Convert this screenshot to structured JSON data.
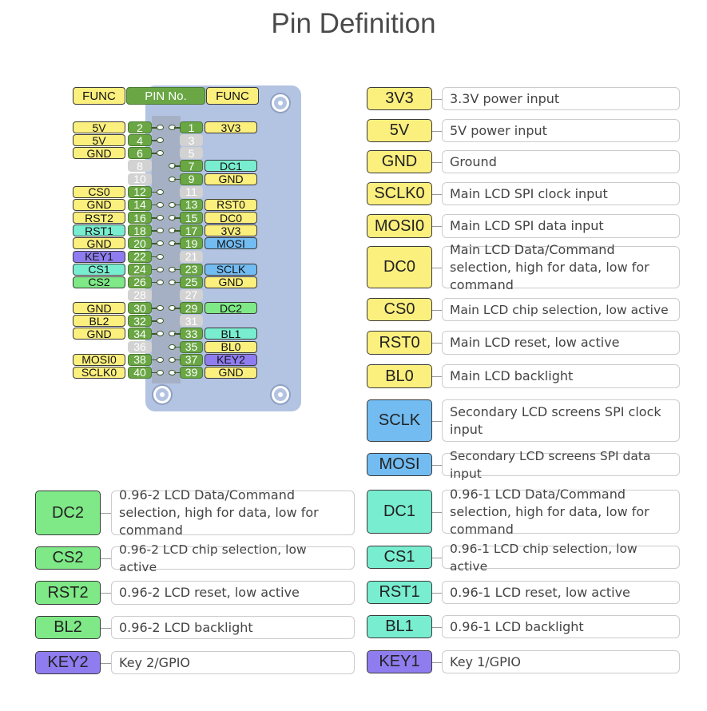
{
  "title": "Pin Definition",
  "colors": {
    "yellow": "#fbef7e",
    "green": "#6aa744",
    "teal": "#78edd0",
    "blue": "#72bcf2",
    "purple": "#8f7df0",
    "lime": "#7ee986"
  },
  "header": {
    "func_left": "FUNC",
    "pin_no": "PIN No.",
    "func_right": "FUNC"
  },
  "pin_rows": [
    {
      "left": {
        "func": "5V",
        "color": "yellow",
        "pin": "2",
        "used": true
      },
      "right": {
        "func": "3V3",
        "color": "yellow",
        "pin": "1",
        "used": true
      }
    },
    {
      "left": {
        "func": "5V",
        "color": "yellow",
        "pin": "4",
        "used": true
      },
      "right": {
        "func": null,
        "pin": "3",
        "used": false
      }
    },
    {
      "left": {
        "func": "GND",
        "color": "yellow",
        "pin": "6",
        "used": true
      },
      "right": {
        "func": null,
        "pin": "5",
        "used": false
      }
    },
    {
      "left": {
        "func": null,
        "pin": "8",
        "used": false
      },
      "right": {
        "func": "DC1",
        "color": "teal",
        "pin": "7",
        "used": true
      }
    },
    {
      "left": {
        "func": null,
        "pin": "10",
        "used": false
      },
      "right": {
        "func": "GND",
        "color": "yellow",
        "pin": "9",
        "used": true
      }
    },
    {
      "left": {
        "func": "CS0",
        "color": "yellow",
        "pin": "12",
        "used": true
      },
      "right": {
        "func": null,
        "pin": "11",
        "used": false
      }
    },
    {
      "left": {
        "func": "GND",
        "color": "yellow",
        "pin": "14",
        "used": true
      },
      "right": {
        "func": "RST0",
        "color": "yellow",
        "pin": "13",
        "used": true
      }
    },
    {
      "left": {
        "func": "RST2",
        "color": "yellow",
        "pin": "16",
        "used": true
      },
      "right": {
        "func": "DC0",
        "color": "yellow",
        "pin": "15",
        "used": true
      }
    },
    {
      "left": {
        "func": "RST1",
        "color": "teal",
        "pin": "18",
        "used": true
      },
      "right": {
        "func": "3V3",
        "color": "yellow",
        "pin": "17",
        "used": true
      }
    },
    {
      "left": {
        "func": "GND",
        "color": "yellow",
        "pin": "20",
        "used": true
      },
      "right": {
        "func": "MOSI",
        "color": "blue",
        "pin": "19",
        "used": true
      }
    },
    {
      "left": {
        "func": "KEY1",
        "color": "purple",
        "pin": "22",
        "used": true
      },
      "right": {
        "func": null,
        "pin": "21",
        "used": false
      }
    },
    {
      "left": {
        "func": "CS1",
        "color": "teal",
        "pin": "24",
        "used": true
      },
      "right": {
        "func": "SCLK",
        "color": "blue",
        "pin": "23",
        "used": true
      }
    },
    {
      "left": {
        "func": "CS2",
        "color": "lime",
        "pin": "26",
        "used": true
      },
      "right": {
        "func": "GND",
        "color": "yellow",
        "pin": "25",
        "used": true
      }
    },
    {
      "left": {
        "func": null,
        "pin": "28",
        "used": false
      },
      "right": {
        "func": null,
        "pin": "27",
        "used": false
      }
    },
    {
      "left": {
        "func": "GND",
        "color": "yellow",
        "pin": "30",
        "used": true
      },
      "right": {
        "func": "DC2",
        "color": "lime",
        "pin": "29",
        "used": true
      }
    },
    {
      "left": {
        "func": "BL2",
        "color": "yellow",
        "pin": "32",
        "used": true
      },
      "right": {
        "func": null,
        "pin": "31",
        "used": false
      }
    },
    {
      "left": {
        "func": "GND",
        "color": "yellow",
        "pin": "34",
        "used": true
      },
      "right": {
        "func": "BL1",
        "color": "teal",
        "pin": "33",
        "used": true
      }
    },
    {
      "left": {
        "func": null,
        "pin": "36",
        "used": false
      },
      "right": {
        "func": "BL0",
        "color": "yellow",
        "pin": "35",
        "used": true
      }
    },
    {
      "left": {
        "func": "MOSI0",
        "color": "yellow",
        "pin": "38",
        "used": true
      },
      "right": {
        "func": "KEY2",
        "color": "purple",
        "pin": "37",
        "used": true
      }
    },
    {
      "left": {
        "func": "SCLK0",
        "color": "yellow",
        "pin": "40",
        "used": true
      },
      "right": {
        "func": "GND",
        "color": "yellow",
        "pin": "39",
        "used": true
      }
    }
  ],
  "legend_right": [
    {
      "label": "3V3",
      "color": "yellow",
      "desc": "3.3V power input"
    },
    {
      "label": "5V",
      "color": "yellow",
      "desc": "5V power input"
    },
    {
      "label": "GND",
      "color": "yellow",
      "desc": "Ground"
    },
    {
      "label": "SCLK0",
      "color": "yellow",
      "desc": "Main LCD SPI clock input"
    },
    {
      "label": "MOSI0",
      "color": "yellow",
      "desc": "Main LCD SPI data input"
    },
    {
      "label": "DC0",
      "color": "yellow",
      "desc": "Main LCD Data/Command selection, high for data, low for command"
    },
    {
      "label": "CS0",
      "color": "yellow",
      "desc": "Main LCD chip selection, low active"
    },
    {
      "label": "RST0",
      "color": "yellow",
      "desc": "Main LCD reset, low active"
    },
    {
      "label": "BL0",
      "color": "yellow",
      "desc": "Main LCD backlight"
    },
    {
      "label": "SCLK",
      "color": "blue",
      "desc": "Secondary LCD screens SPI clock input"
    },
    {
      "label": "MOSI",
      "color": "blue",
      "desc": "Secondary LCD screens SPI data input"
    },
    {
      "label": "DC1",
      "color": "teal",
      "desc": "0.96-1 LCD Data/Command selection, high for data, low for command"
    },
    {
      "label": "CS1",
      "color": "teal",
      "desc": "0.96-1 LCD chip selection, low active"
    },
    {
      "label": "RST1",
      "color": "teal",
      "desc": "0.96-1 LCD reset, low active"
    },
    {
      "label": "BL1",
      "color": "teal",
      "desc": "0.96-1 LCD backlight"
    },
    {
      "label": "KEY1",
      "color": "purple",
      "desc": "Key 1/GPIO"
    }
  ],
  "legend_left": [
    {
      "label": "DC2",
      "color": "lime",
      "desc": "0.96-2 LCD Data/Command selection, high for data, low for command"
    },
    {
      "label": "CS2",
      "color": "lime",
      "desc": "0.96-2 LCD chip selection, low active"
    },
    {
      "label": "RST2",
      "color": "lime",
      "desc": "0.96-2 LCD reset, low active"
    },
    {
      "label": "BL2",
      "color": "lime",
      "desc": "0.96-2 LCD backlight"
    },
    {
      "label": "KEY2",
      "color": "purple",
      "desc": "Key 2/GPIO"
    }
  ]
}
